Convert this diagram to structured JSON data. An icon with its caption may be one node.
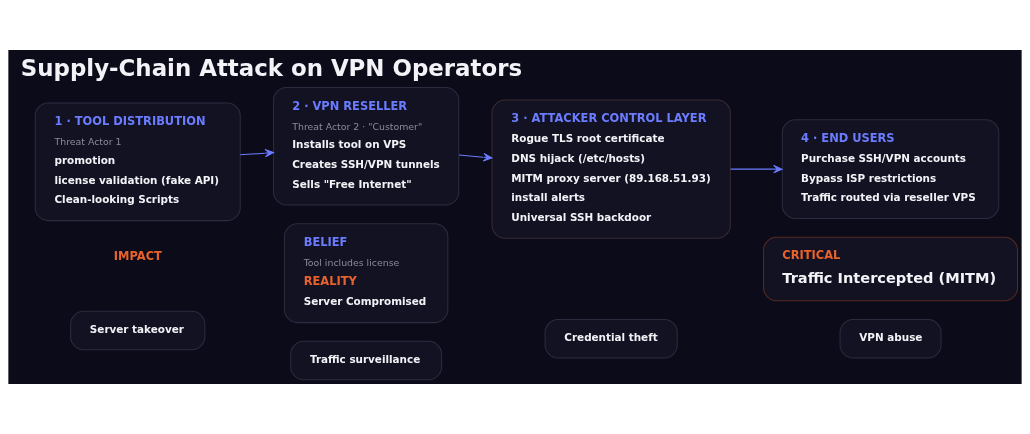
{
  "diagram": {
    "title": "Supply-Chain Attack on VPN Operators",
    "nodes": [
      {
        "text": [
          "1 · TOOL DISTRIBUTION",
          "Threat Actor 1",
          "promotion",
          "license validation (fake API)",
          "Clean-looking Scripts"
        ]
      },
      {
        "text": [
          "2 · VPN RESELLER",
          "Threat Actor 2 · \"Customer\"",
          "Installs tool on VPS",
          "Creates SSH/VPN tunnels",
          "Sells \"Free Internet\""
        ]
      },
      {
        "text": [
          "BELIEF",
          "Tool includes license",
          "REALITY",
          "Server Compromised"
        ]
      },
      {
        "text": [
          "3 · ATTACKER CONTROL LAYER",
          "Rogue TLS root certificate",
          "DNS hijack (/etc/hosts)",
          "MITM proxy server (89.168.51.93)",
          "install alerts",
          "Universal SSH backdoor"
        ]
      },
      {
        "text": [
          "4 · END USERS",
          "Purchase SSH/VPN accounts",
          "Bypass ISP restrictions",
          "Traffic routed via reseller VPS"
        ]
      },
      {
        "text": [
          "CRITICAL",
          "Traffic Intercepted (MITM)"
        ]
      },
      {
        "text": [
          "Server takeover"
        ]
      },
      {
        "text": [
          "Traffic surveillance"
        ]
      },
      {
        "text": [
          "Credential theft"
        ]
      },
      {
        "text": [
          "VPN abuse"
        ]
      }
    ],
    "edges": [
      {
        "from": 0,
        "to": 1,
        "arrow": "to"
      },
      {
        "from": 1,
        "to": 3,
        "arrow": "to"
      },
      {
        "from": 3,
        "to": 4,
        "arrow": "to"
      }
    ],
    "labels": [
      "IMPACT"
    ]
  }
}
